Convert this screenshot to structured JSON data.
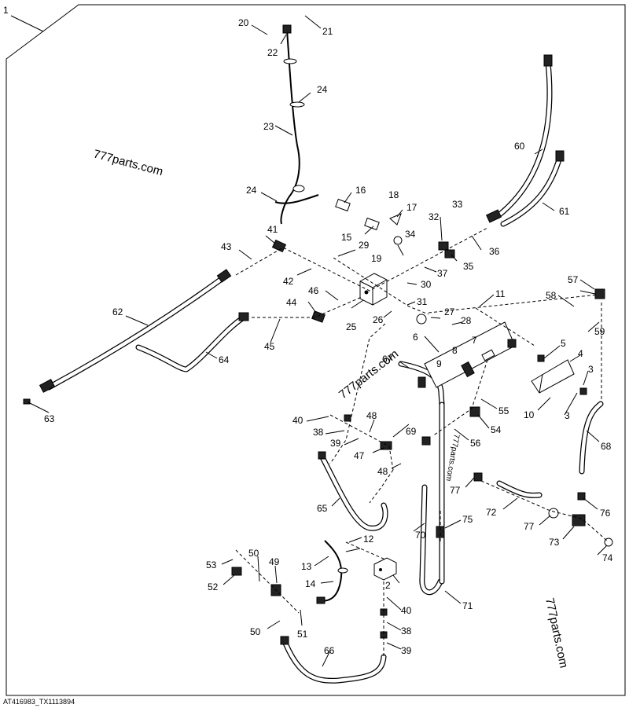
{
  "diagram": {
    "callouts": [
      "1",
      "2",
      "3",
      "3",
      "4",
      "5",
      "6",
      "7",
      "8",
      "9",
      "10",
      "11",
      "12",
      "13",
      "14",
      "15",
      "16",
      "17",
      "18",
      "19",
      "20",
      "21",
      "22",
      "23",
      "24",
      "24",
      "25",
      "26",
      "27",
      "28",
      "29",
      "30",
      "31",
      "32",
      "33",
      "34",
      "35",
      "36",
      "37",
      "38",
      "38",
      "39",
      "39",
      "40",
      "40",
      "41",
      "42",
      "43",
      "44",
      "45",
      "46",
      "47",
      "48",
      "48",
      "49",
      "50",
      "50",
      "51",
      "52",
      "53",
      "54",
      "55",
      "56",
      "57",
      "58",
      "59",
      "60",
      "61",
      "62",
      "63",
      "64",
      "65",
      "66",
      "67",
      "68",
      "69",
      "70",
      "71",
      "72",
      "73",
      "74",
      "75",
      "76",
      "77",
      "77"
    ],
    "watermarks": [
      "777parts.com",
      "777parts.com",
      "777parts.com",
      "777parts.com"
    ],
    "footer_code": "AT416983_TX1113894"
  }
}
